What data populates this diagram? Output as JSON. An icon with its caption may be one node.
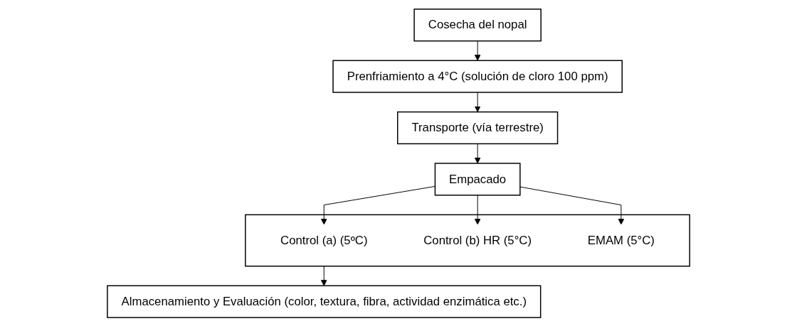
{
  "diagram": {
    "nodes": [
      {
        "text": [
          "Cosecha del nopal"
        ]
      },
      {
        "text": [
          "Prenfriamiento a 4°C (solución de cloro 100 ppm)"
        ]
      },
      {
        "text": [
          "Transporte  (vía terrestre)"
        ]
      },
      {
        "text": [
          "Empacado"
        ]
      },
      {
        "text": [],
        "shape": "box"
      },
      {
        "text": [
          "Control (a) (5ºC)"
        ],
        "in": 4
      },
      {
        "text": [
          "Control (b) HR (5°C)"
        ],
        "in": 4
      },
      {
        "text": [
          "EMAM (5°C)"
        ],
        "in": 4
      },
      {
        "text": [
          "Almacenamiento y Evaluación (color, textura, fibra, actividad enzimática etc.)"
        ]
      }
    ],
    "edges": [
      {
        "from": 0,
        "to": 1,
        "arrow": "to"
      },
      {
        "from": 1,
        "to": 2,
        "arrow": "to"
      },
      {
        "from": 2,
        "to": 3,
        "arrow": "to"
      },
      {
        "from": 3,
        "to": 5,
        "arrow": "to"
      },
      {
        "from": 3,
        "to": 6,
        "arrow": "to"
      },
      {
        "from": 3,
        "to": 7,
        "arrow": "to"
      },
      {
        "from": 4,
        "to": 8,
        "arrow": "to"
      }
    ]
  }
}
